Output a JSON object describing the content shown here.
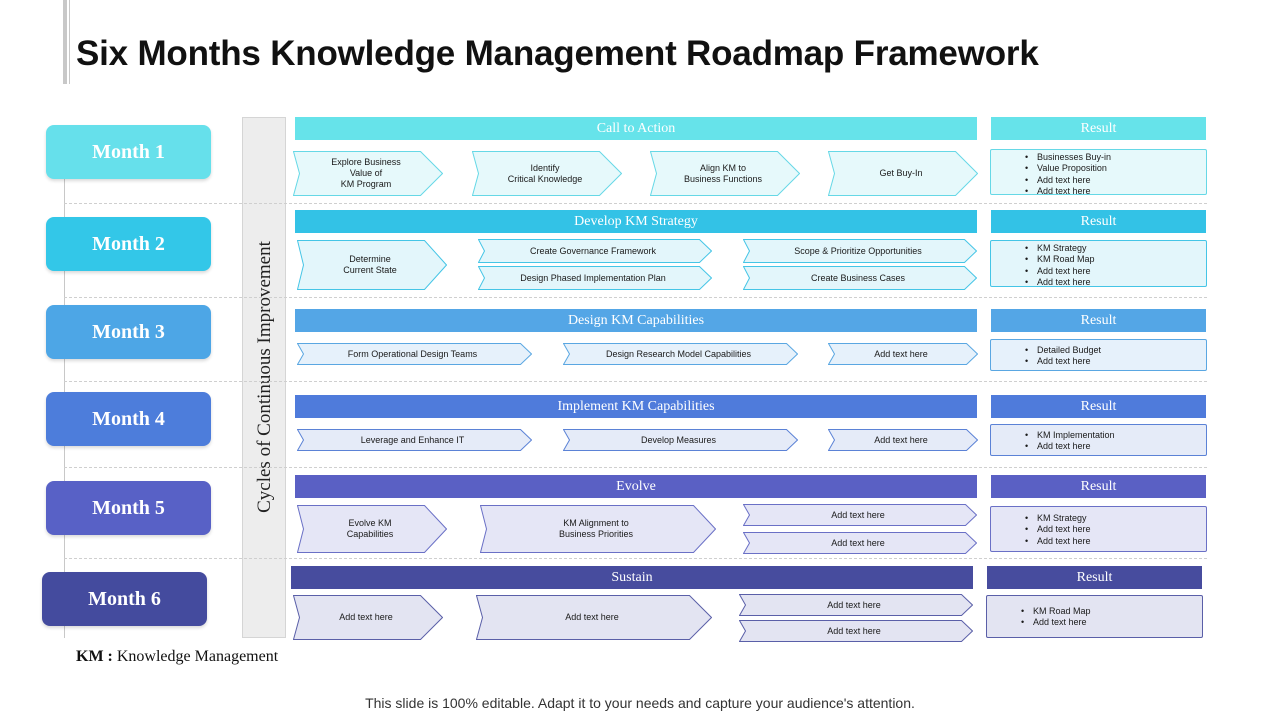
{
  "title": "Six Months Knowledge Management Roadmap Framework",
  "cycle_label": "Cycles of Continuous Improvement",
  "result_label": "Result",
  "footnote": {
    "abbr": "KM :",
    "text": " Knowledge Management"
  },
  "footer": "This slide is 100% editable. Adapt it to your needs and capture your audience's attention.",
  "months": [
    {
      "label": "Month 1",
      "color": "#66e0eb",
      "header": "Call to Action",
      "header_color": "#66e3ea",
      "fill": "#e6f9fb",
      "stroke": "#66d8e6",
      "steps": [
        "Explore Business\nValue of\nKM Program",
        "Identify\nCritical Knowledge",
        "Align KM to\nBusiness Functions",
        "Get Buy-In"
      ],
      "results": [
        "Businesses Buy-in",
        "Value Proposition",
        "Add text here",
        "Add text here"
      ]
    },
    {
      "label": "Month 2",
      "color": "#33c7e8",
      "header": "Develop KM Strategy",
      "header_color": "#33c2e6",
      "fill": "#e3f6fb",
      "stroke": "#45c5e6",
      "steps": [
        "Determine\nCurrent State",
        "Create Governance Framework",
        "Design Phased Implementation Plan",
        "Scope & Prioritize Opportunities",
        "Create Business Cases"
      ],
      "results": [
        "KM Strategy",
        "KM Road Map",
        "Add text here",
        "Add text here"
      ]
    },
    {
      "label": "Month 3",
      "color": "#4da6e6",
      "header": "Design KM Capabilities",
      "header_color": "#54a6e6",
      "fill": "#e6f1fb",
      "stroke": "#5aa7e2",
      "steps": [
        "Form Operational Design Teams",
        "Design Research Model Capabilities",
        "Add text here"
      ],
      "results": [
        "Detailed Budget",
        "Add text here"
      ]
    },
    {
      "label": "Month 4",
      "color": "#4d7ddb",
      "header": "Implement KM Capabilities",
      "header_color": "#4f7bdb",
      "fill": "#e5ebf8",
      "stroke": "#5b82d6",
      "steps": [
        "Leverage and Enhance IT",
        "Develop Measures",
        "Add text here"
      ],
      "results": [
        "KM Implementation",
        "Add text here"
      ]
    },
    {
      "label": "Month 5",
      "color": "#5861c6",
      "header": "Evolve",
      "header_color": "#5a60c4",
      "fill": "#e5e6f6",
      "stroke": "#6a70c6",
      "steps": [
        "Evolve KM\nCapabilities",
        "KM Alignment to\nBusiness Priorities",
        "Add text here",
        "Add text here"
      ],
      "results": [
        "KM Strategy",
        "Add text here",
        "Add text here"
      ]
    },
    {
      "label": "Month 6",
      "color": "#444b9e",
      "header": "Sustain",
      "header_color": "#474c9e",
      "fill": "#e3e4f2",
      "stroke": "#5a5fa8",
      "steps": [
        "Add text here",
        "Add text here",
        "Add text here",
        "Add text here"
      ],
      "results": [
        "KM Road Map",
        "Add text here"
      ]
    }
  ]
}
